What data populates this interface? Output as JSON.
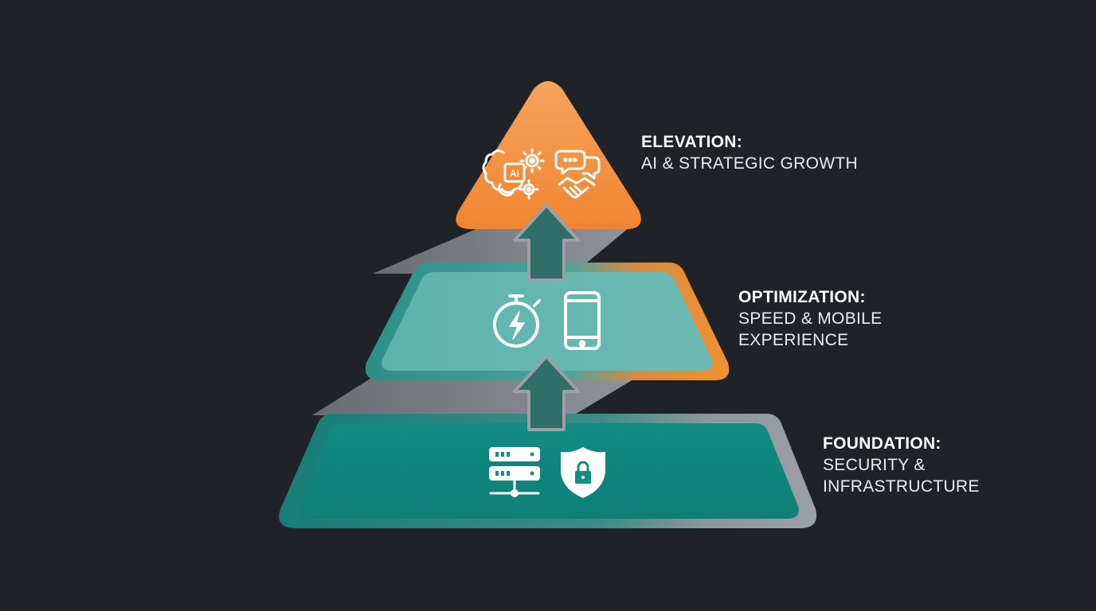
{
  "colors": {
    "background": "#1f2328",
    "top_tier": "#f28a35",
    "middle_tier": "#5fb3ad",
    "bottom_tier": "#138e84",
    "connector": "#8f969d",
    "arrow": "#2f6e69",
    "icon": "#ffffff"
  },
  "tiers": [
    {
      "id": "elevation",
      "title": "ELEVATION:",
      "lines": [
        "AI & STRATEGIC GROWTH"
      ],
      "icons": [
        "ai-brain-gears-icon",
        "chat-handshake-icon"
      ],
      "icon_text": "AI"
    },
    {
      "id": "optimization",
      "title": "OPTIMIZATION:",
      "lines": [
        "SPEED & MOBILE",
        "EXPERIENCE"
      ],
      "icons": [
        "stopwatch-lightning-icon",
        "smartphone-icon"
      ]
    },
    {
      "id": "foundation",
      "title": "FOUNDATION:",
      "lines": [
        "SECURITY &",
        "INFRASTRUCTURE"
      ],
      "icons": [
        "server-network-icon",
        "shield-lock-icon"
      ]
    }
  ],
  "arrows": [
    "up-arrow-icon",
    "up-arrow-icon"
  ]
}
